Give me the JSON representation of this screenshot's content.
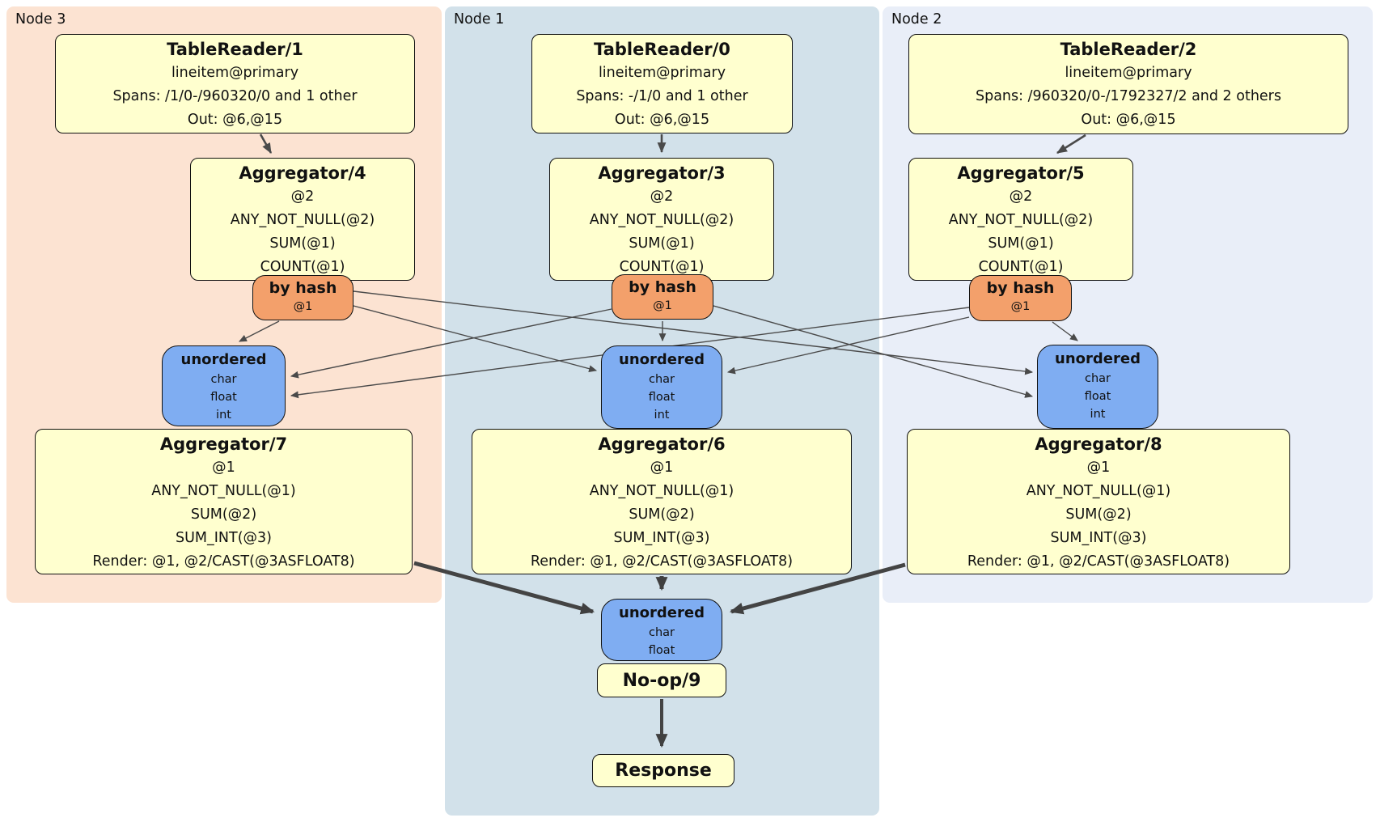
{
  "clusters": {
    "node3": {
      "label": "Node 3"
    },
    "node1": {
      "label": "Node 1"
    },
    "node2": {
      "label": "Node 2"
    }
  },
  "processors": {
    "tr1": {
      "title": "TableReader/1",
      "lines": [
        "lineitem@primary",
        "Spans: /1/0-/960320/0 and 1 other",
        "Out: @6,@15"
      ]
    },
    "tr0": {
      "title": "TableReader/0",
      "lines": [
        "lineitem@primary",
        "Spans: -/1/0 and 1 other",
        "Out: @6,@15"
      ]
    },
    "tr2": {
      "title": "TableReader/2",
      "lines": [
        "lineitem@primary",
        "Spans: /960320/0-/1792327/2 and 2 others",
        "Out: @6,@15"
      ]
    },
    "agg4": {
      "title": "Aggregator/4",
      "lines": [
        "@2",
        "ANY_NOT_NULL(@2)",
        "SUM(@1)",
        "COUNT(@1)"
      ]
    },
    "agg3": {
      "title": "Aggregator/3",
      "lines": [
        "@2",
        "ANY_NOT_NULL(@2)",
        "SUM(@1)",
        "COUNT(@1)"
      ]
    },
    "agg5": {
      "title": "Aggregator/5",
      "lines": [
        "@2",
        "ANY_NOT_NULL(@2)",
        "SUM(@1)",
        "COUNT(@1)"
      ]
    },
    "agg7": {
      "title": "Aggregator/7",
      "lines": [
        "@1",
        "ANY_NOT_NULL(@1)",
        "SUM(@2)",
        "SUM_INT(@3)",
        "Render: @1, @2/CAST(@3ASFLOAT8)"
      ]
    },
    "agg6": {
      "title": "Aggregator/6",
      "lines": [
        "@1",
        "ANY_NOT_NULL(@1)",
        "SUM(@2)",
        "SUM_INT(@3)",
        "Render: @1, @2/CAST(@3ASFLOAT8)"
      ]
    },
    "agg8": {
      "title": "Aggregator/8",
      "lines": [
        "@1",
        "ANY_NOT_NULL(@1)",
        "SUM(@2)",
        "SUM_INT(@3)",
        "Render: @1, @2/CAST(@3ASFLOAT8)"
      ]
    },
    "noop": {
      "title": "No-op/9"
    },
    "response": {
      "title": "Response"
    }
  },
  "routers": {
    "hash3": {
      "title": "by hash",
      "detail": "@1"
    },
    "hash1": {
      "title": "by hash",
      "detail": "@1"
    },
    "hash2": {
      "title": "by hash",
      "detail": "@1"
    }
  },
  "syncs": {
    "sync3": {
      "title": "unordered",
      "columns": [
        "char",
        "float",
        "int"
      ]
    },
    "sync1": {
      "title": "unordered",
      "columns": [
        "char",
        "float",
        "int"
      ]
    },
    "sync2": {
      "title": "unordered",
      "columns": [
        "char",
        "float",
        "int"
      ]
    },
    "syncFinal": {
      "title": "unordered",
      "columns": [
        "char",
        "float"
      ]
    }
  },
  "colors": {
    "node3_bg": "#fce3d2",
    "node1_bg": "#d2e1ea",
    "node2_bg": "#e9eef8",
    "processor_bg": "#ffffcf",
    "router_bg": "#f3a06b",
    "sync_bg": "#7fadf2",
    "edge": "#4a4a4a"
  }
}
